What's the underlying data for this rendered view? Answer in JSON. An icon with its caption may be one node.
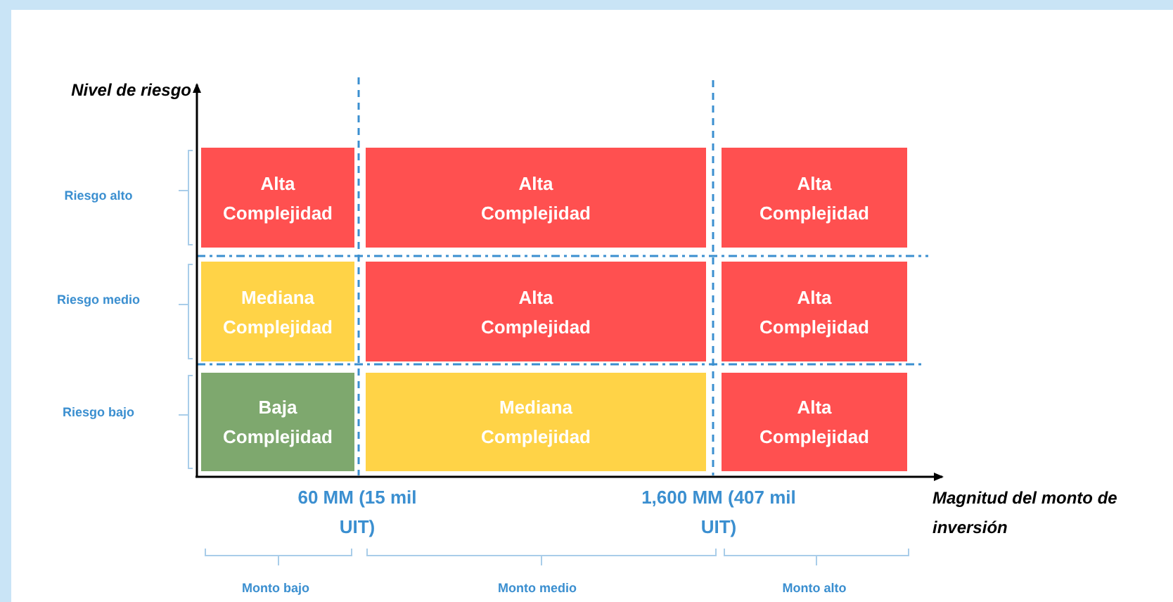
{
  "diagram": {
    "nodes": [
      {
        "text": [
          "Alta Complejidad"
        ]
      },
      {
        "text": [
          "Alta Complejidad"
        ]
      },
      {
        "text": [
          "Alta Complejidad"
        ]
      },
      {
        "text": [
          "Mediana Complejidad"
        ]
      },
      {
        "text": [
          "Alta Complejidad"
        ]
      },
      {
        "text": [
          "Alta Complejidad"
        ]
      },
      {
        "text": [
          "Baja Complejidad"
        ]
      },
      {
        "text": [
          "Mediana Complejidad"
        ]
      },
      {
        "text": [
          "Alta Complejidad"
        ]
      }
    ],
    "labels": [
      "Nivel de riesgo",
      "Riesgo alto",
      "Riesgo medio",
      "Riesgo bajo",
      "60 MM (15 mil UIT)",
      "1,600 MM (407 mil UIT)",
      "Magnitud del monto de inversión",
      "Monto bajo",
      "Monto medio",
      "Monto alto"
    ]
  }
}
